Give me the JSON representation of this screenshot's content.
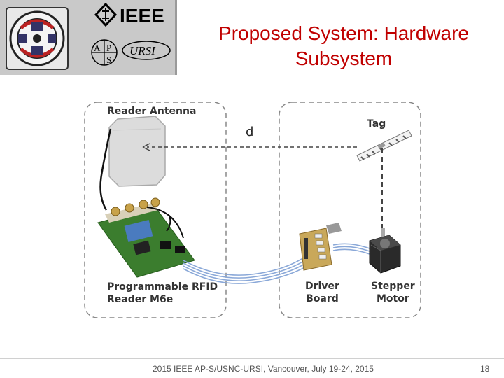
{
  "logos": {
    "society_seal_icon": "antenna-propagation-society-seal",
    "ieee_logo_text": "IEEE",
    "aps_logo_icon": "aps-logo",
    "ursi_logo_text": "URSI"
  },
  "title": {
    "line1": "Proposed System: Hardware",
    "line2": "Subsystem"
  },
  "diagram": {
    "reader_antenna_label": "Reader Antenna",
    "distance_label": "d",
    "tag_label": "Tag",
    "rfid_reader_label_line1": "Programmable RFID",
    "rfid_reader_label_line2": "Reader M6e",
    "driver_board_label_line1": "Driver",
    "driver_board_label_line2": "Board",
    "stepper_motor_label_line1": "Stepper",
    "stepper_motor_label_line2": "Motor"
  },
  "footer": {
    "conference": "2015 IEEE AP-S/USNC-URSI, Vancouver, July 19-24, 2015",
    "slide_number": "18"
  },
  "colors": {
    "title": "#c00000",
    "logo_panel": "#c9c9c9",
    "cable": "#8aa8d8"
  }
}
